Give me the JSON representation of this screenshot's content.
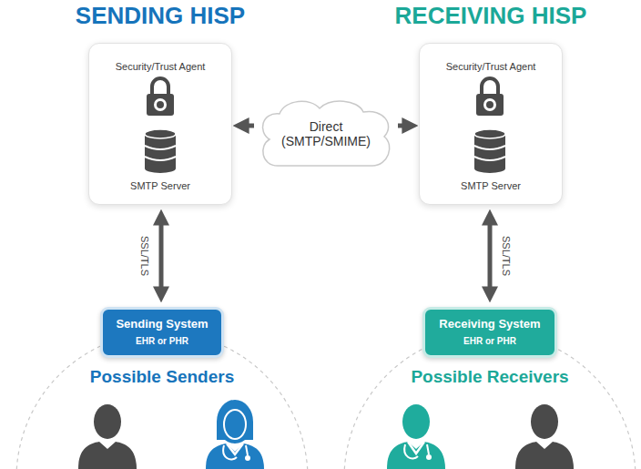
{
  "diagram": {
    "nodes": [
      {
        "text": [
          "SENDING HISP",
          "Security/Trust Agent",
          "SMTP Server"
        ]
      },
      {
        "text": [
          "Direct (SMTP/SMIME)"
        ]
      },
      {
        "text": [
          "RECEIVING HISP",
          "Security/Trust Agent",
          "SMTP Server"
        ]
      },
      {
        "text": [
          "Sending System",
          "EHR or PHR"
        ]
      },
      {
        "text": [
          "Receiving System",
          "EHR or PHR"
        ]
      },
      {
        "text": [
          "Possible Senders"
        ]
      },
      {
        "text": [
          "Possible Receivers"
        ]
      }
    ],
    "edges": [
      {
        "from": 1,
        "to": 0,
        "arrow": "to"
      },
      {
        "from": 1,
        "to": 2,
        "arrow": "to"
      },
      {
        "from": 0,
        "to": 3,
        "label": "SSL/TLS",
        "arrow": "both"
      },
      {
        "from": 2,
        "to": 4,
        "label": "SSL/TLS",
        "arrow": "both"
      }
    ]
  }
}
